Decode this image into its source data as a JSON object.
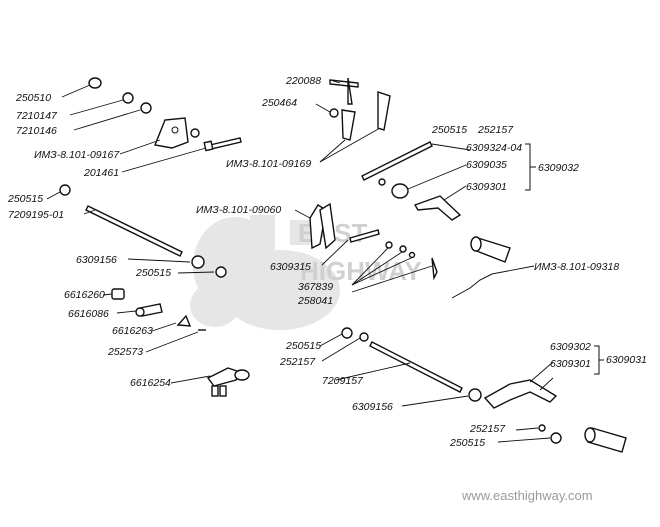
{
  "parts": [
    {
      "id": "p1",
      "number": "250510"
    },
    {
      "id": "p2",
      "number": "7210147"
    },
    {
      "id": "p3",
      "number": "7210146"
    },
    {
      "id": "p4",
      "number": "ИМЗ-8.101-09167"
    },
    {
      "id": "p5",
      "number": "201461"
    },
    {
      "id": "p6",
      "number": "250515"
    },
    {
      "id": "p7",
      "number": "7209195-01"
    },
    {
      "id": "p8",
      "number": "6309156"
    },
    {
      "id": "p9",
      "number": "250515"
    },
    {
      "id": "p10",
      "number": "6616260"
    },
    {
      "id": "p11",
      "number": "6616086"
    },
    {
      "id": "p12",
      "number": "6616263"
    },
    {
      "id": "p13",
      "number": "252573"
    },
    {
      "id": "p14",
      "number": "6616254"
    },
    {
      "id": "p15",
      "number": "220088"
    },
    {
      "id": "p16",
      "number": "250464"
    },
    {
      "id": "p17",
      "number": "ИМЗ-8.101-09169"
    },
    {
      "id": "p18",
      "number": "ИМЗ-8.101-09060"
    },
    {
      "id": "p19",
      "number": "6309315"
    },
    {
      "id": "p20",
      "number": "367839"
    },
    {
      "id": "p21",
      "number": "258041"
    },
    {
      "id": "p22",
      "number": "250515"
    },
    {
      "id": "p23",
      "number": "252157"
    },
    {
      "id": "p24",
      "number": "6309324-04"
    },
    {
      "id": "p25",
      "number": "6309035"
    },
    {
      "id": "p26",
      "number": "6309301"
    },
    {
      "id": "p27",
      "number": "6309032"
    },
    {
      "id": "p28",
      "number": "ИМЗ-8.101-09318"
    },
    {
      "id": "p29",
      "number": "250515"
    },
    {
      "id": "p30",
      "number": "252157"
    },
    {
      "id": "p31",
      "number": "7209157"
    },
    {
      "id": "p32",
      "number": "6309156"
    },
    {
      "id": "p33",
      "number": "6309302"
    },
    {
      "id": "p34",
      "number": "6309301"
    },
    {
      "id": "p35",
      "number": "6309031"
    },
    {
      "id": "p36",
      "number": "252157"
    },
    {
      "id": "p37",
      "number": "250515"
    }
  ],
  "watermark": {
    "word1": "EAST",
    "word2": "HIGHWAY"
  },
  "url": "www.easthighway.com"
}
